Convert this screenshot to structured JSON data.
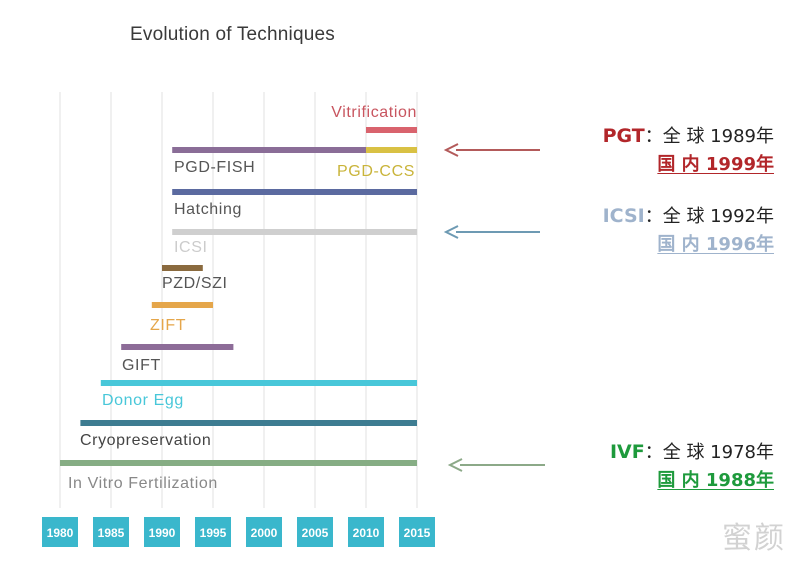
{
  "chart_data": {
    "type": "timeline",
    "title": "Evolution of Techniques",
    "x_ticks": [
      1980,
      1985,
      1990,
      1995,
      2000,
      2005,
      2010,
      2015
    ],
    "x_range": [
      1980,
      2015
    ],
    "tick_color": "#3ab7cc",
    "bars": [
      {
        "name": "Vitrification",
        "start": 2010,
        "end": 2015,
        "color": "#d9636d",
        "label_color": "#c8555f"
      },
      {
        "name": "PGD-FISH",
        "start": 1991,
        "end": 2010,
        "color": "#8a6d97",
        "label_color": "#555555"
      },
      {
        "name": "PGD-CCS",
        "start": 2010,
        "end": 2015,
        "color": "#d9c144",
        "label_color": "#c9b43a"
      },
      {
        "name": "Hatching",
        "start": 1991,
        "end": 2015,
        "color": "#5b6aa0",
        "label_color": "#555555"
      },
      {
        "name": "ICSI",
        "start": 1991,
        "end": 2015,
        "color": "#cfcfcf",
        "label_color": "#cccccc"
      },
      {
        "name": "PZD/SZI",
        "start": 1990,
        "end": 1994,
        "color": "#8a6a3e",
        "label_color": "#555555"
      },
      {
        "name": "ZIFT",
        "start": 1989,
        "end": 1995,
        "color": "#e5a64a",
        "label_color": "#e5a64a"
      },
      {
        "name": "GIFT",
        "start": 1986,
        "end": 1997,
        "color": "#8d6c98",
        "label_color": "#555555"
      },
      {
        "name": "Donor Egg",
        "start": 1984,
        "end": 2015,
        "color": "#48c7d9",
        "label_color": "#48c7d9"
      },
      {
        "name": "Cryopreservation",
        "start": 1982,
        "end": 2015,
        "color": "#3d7c91",
        "label_color": "#444444"
      },
      {
        "name": "In Vitro Fertilization",
        "start": 1980,
        "end": 2015,
        "color": "#86ad84",
        "label_color": "#888888"
      }
    ]
  },
  "callouts": [
    {
      "abbr": "PGT",
      "line1_text": "：全 球  1989年",
      "line2": "国 内  1999年",
      "abbr_color": "#b2262a",
      "line2_color": "#b2262a",
      "arrow_color": "#b35a5a"
    },
    {
      "abbr": "ICSI",
      "line1_text": "：全 球  1992年",
      "line2": "国 内  1996年",
      "abbr_color": "#9fb3cc",
      "line2_color": "#9fb3cc",
      "arrow_color": "#6d9ab3"
    },
    {
      "abbr": "IVF",
      "line1_text": "：全 球  1978年",
      "line2": "国 内  1988年",
      "abbr_color": "#1e9a3c",
      "line2_color": "#1e9a3c",
      "arrow_color": "#8ca988"
    }
  ],
  "watermark": "蜜颜"
}
